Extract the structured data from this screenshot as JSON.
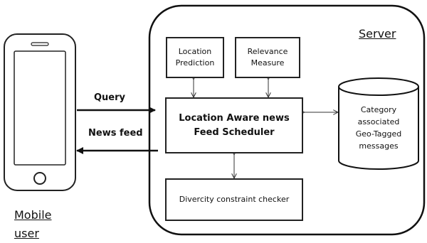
{
  "server": {
    "title": "Server"
  },
  "mobile": {
    "label_line1": "Mobile",
    "label_line2": "user"
  },
  "flows": {
    "query": "Query",
    "news_feed": "News feed"
  },
  "boxes": {
    "location_prediction": [
      "Location",
      "Prediction"
    ],
    "relevance_measure": [
      "Relevance",
      "Measure"
    ],
    "scheduler": [
      "Location Aware news",
      "Feed Scheduler"
    ],
    "diversity_checker": "Divercity constraint checker",
    "database": [
      "Category",
      "associated",
      "Geo-Tagged",
      "messages"
    ]
  }
}
